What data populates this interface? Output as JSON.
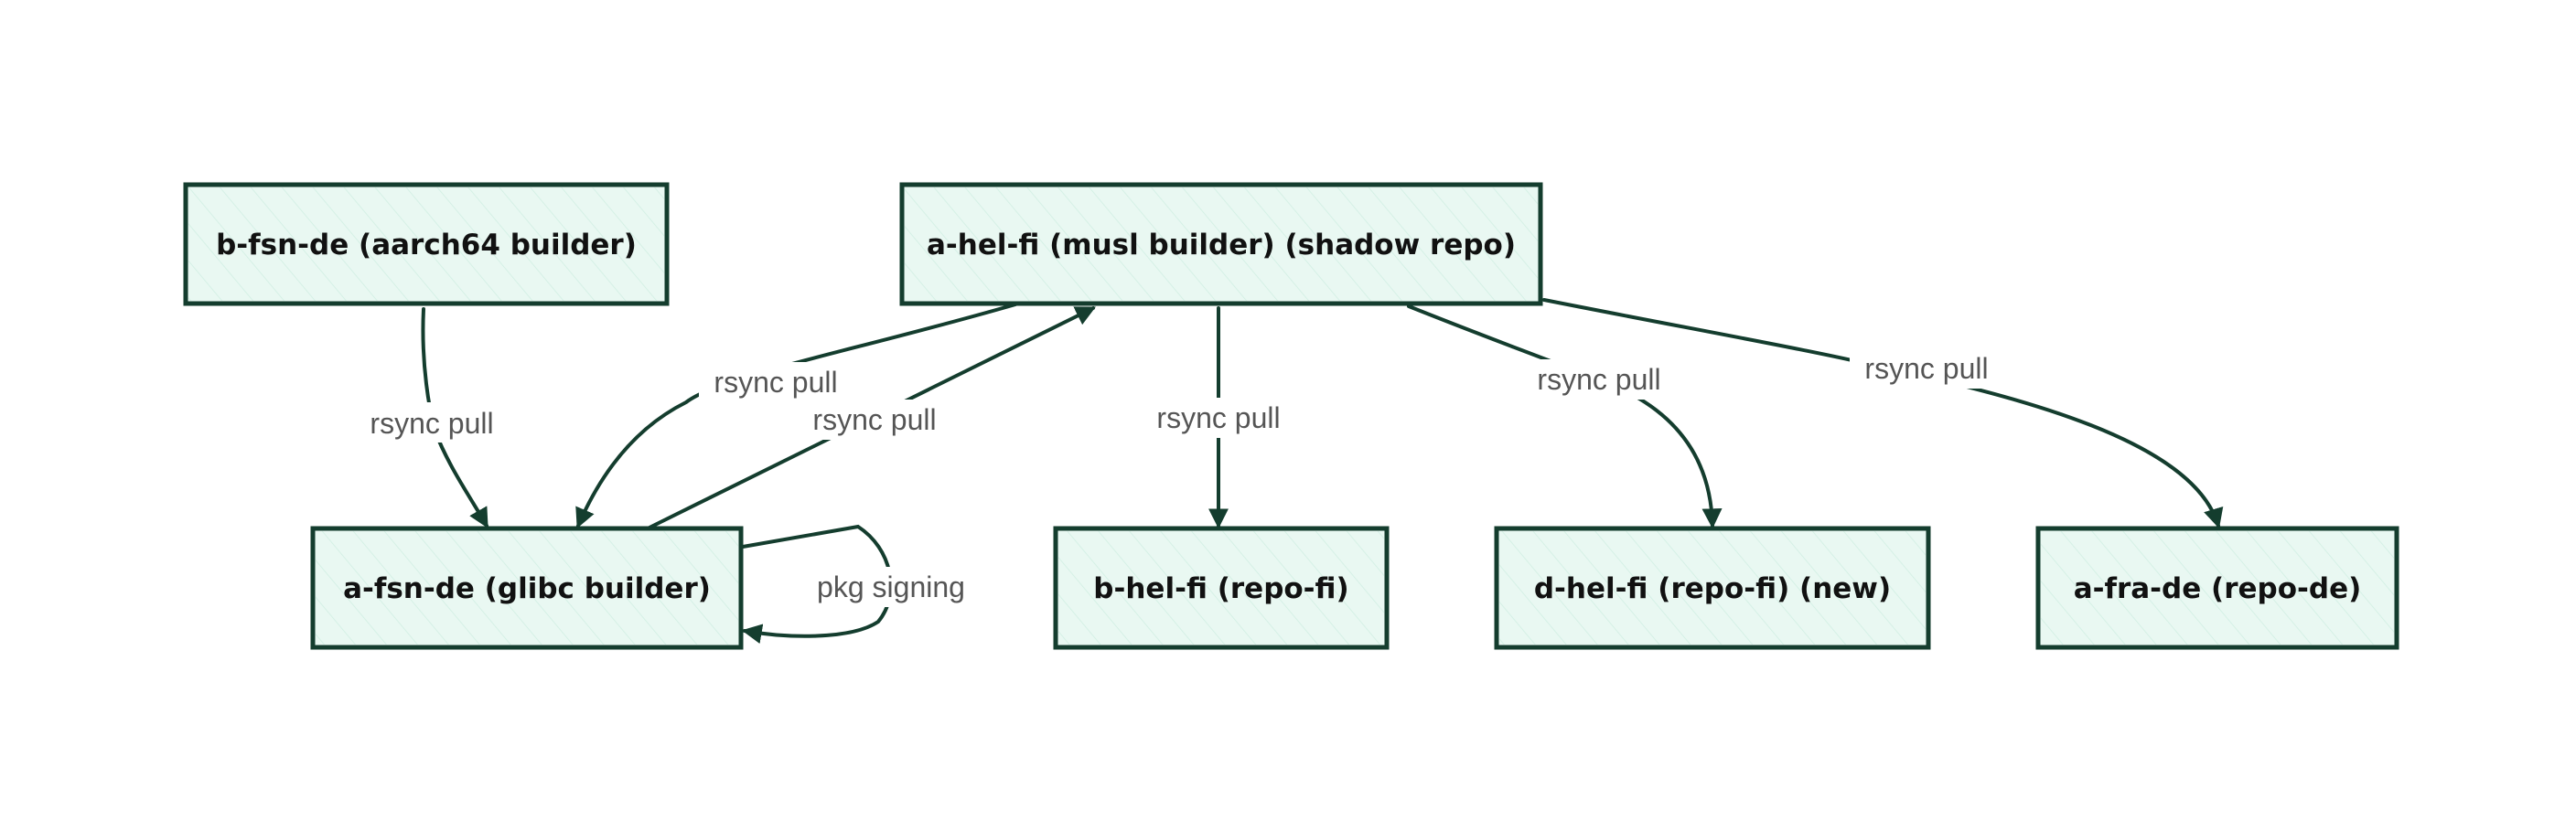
{
  "nodes": {
    "b_fsn_de": "b-fsn-de (aarch64 builder)",
    "a_hel_fi": "a-hel-fi (musl builder) (shadow repo)",
    "a_fsn_de": "a-fsn-de (glibc builder)",
    "b_hel_fi": "b-hel-fi (repo-fi)",
    "d_hel_fi": "d-hel-fi (repo-fi) (new)",
    "a_fra_de": "a-fra-de (repo-de)"
  },
  "edges": {
    "b_fsn_to_a_fsn": "rsync pull",
    "a_hel_to_a_fsn": "rsync pull",
    "a_fsn_to_a_hel": "rsync pull",
    "a_hel_to_b_hel": "rsync pull",
    "a_hel_to_d_hel": "rsync pull",
    "a_hel_to_a_fra": "rsync pull",
    "a_fsn_self": "pkg signing"
  }
}
